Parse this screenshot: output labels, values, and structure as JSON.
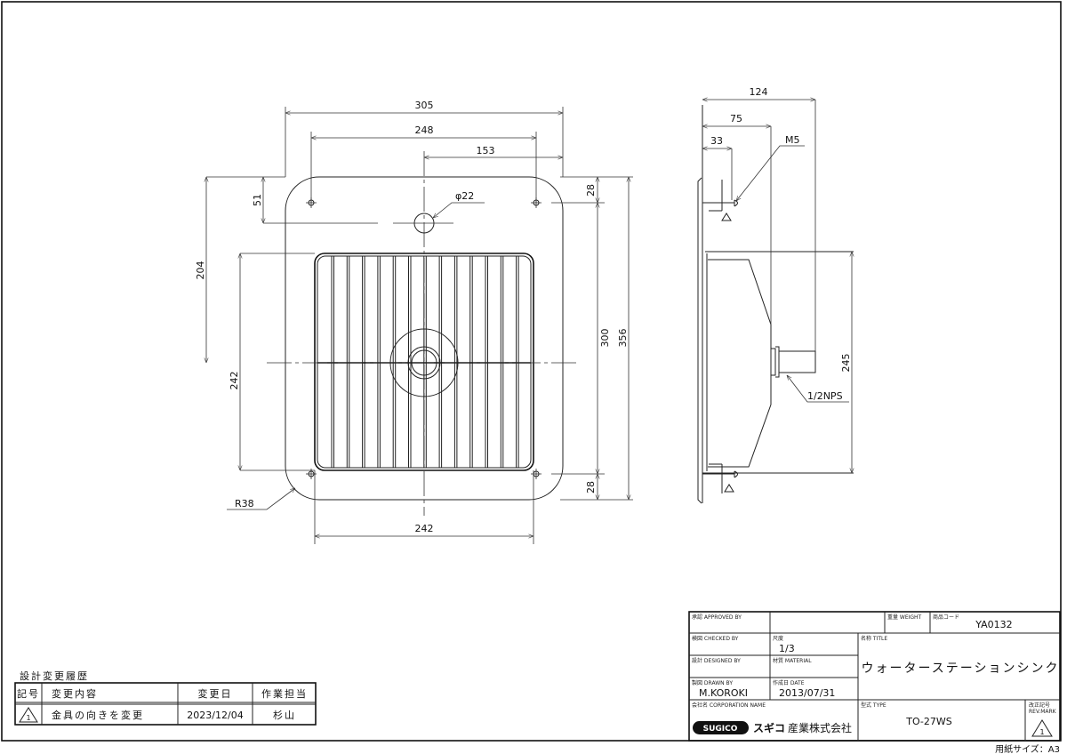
{
  "drawing": {
    "top_view_dims": {
      "d305": "305",
      "d248": "248",
      "d153": "153",
      "d51": "51",
      "d204": "204",
      "d242_left": "242",
      "d28_top": "28",
      "d300": "300",
      "d356": "356",
      "d28_bottom": "28",
      "d242_bottom": "242",
      "r38": "R38",
      "phi22": "φ22"
    },
    "side_view_dims": {
      "d124": "124",
      "d75": "75",
      "d33": "33",
      "m5": "M5",
      "d245": "245",
      "nps": "1/2NPS"
    }
  },
  "title_block": {
    "approved_label": "承認 APPROVED BY",
    "weight_label": "重量 WEIGHT",
    "product_code_label": "商品コード",
    "product_code": "YA0132",
    "checked_label": "検図 CHECKED BY",
    "scale_label": "尺度",
    "scale": "1/3",
    "title_label": "名称 TITLE",
    "title": "ウォーターステーションシンク",
    "designed_label": "設計 DESIGNED BY",
    "material_label": "材質 MATERIAL",
    "drawn_label": "製図 DRAWN BY",
    "drawn_by": "M.KOROKI",
    "date_label": "作成日 DATE",
    "date": "2013/07/31",
    "corp_label": "会社名 CORPORATION NAME",
    "corp_logo": "SUGICO",
    "corp_logo_kana": "スギコ",
    "corp_name": "産業株式会社",
    "type_label": "型式 TYPE",
    "type": "TO-27WS",
    "rev_label_1": "改正記号",
    "rev_label_2": "REV.MARK",
    "rev_mark": "1",
    "paper_size": "用紙サイズ：A3"
  },
  "revision_history": {
    "heading": "設計変更履歴",
    "headers": [
      "記号",
      "変更内容",
      "変更日",
      "作業担当"
    ],
    "rows": [
      {
        "mark": "1",
        "content": "金具の向きを変更",
        "date": "2023/12/04",
        "person": "杉山"
      }
    ]
  }
}
